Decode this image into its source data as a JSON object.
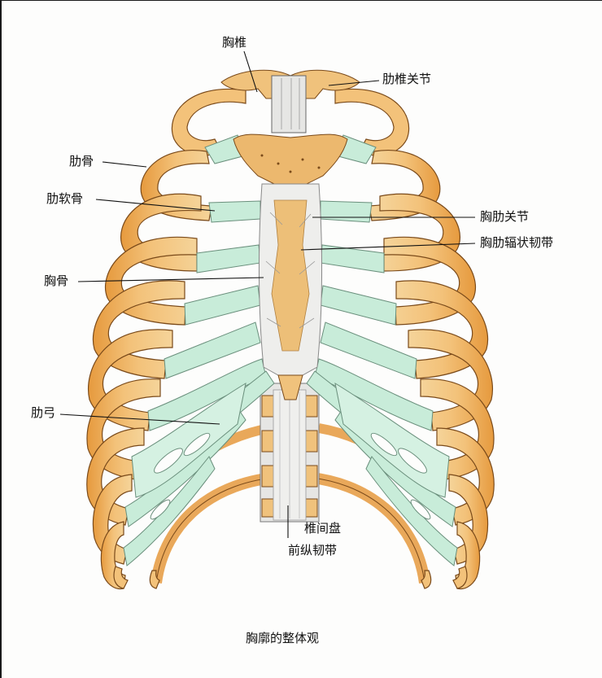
{
  "labels": {
    "thoracic_vertebra": "胸椎",
    "costovertebral_joint": "肋椎关节",
    "rib": "肋骨",
    "costal_cartilage": "肋软骨",
    "sternocostal_joint": "胸肋关节",
    "radiate_sternocostal_ligament": "胸肋辐状韧带",
    "sternum": "胸骨",
    "costal_arch": "肋弓",
    "intervertebral_disc": "椎间盘",
    "anterior_longitudinal_ligament": "前纵韧带"
  },
  "caption": "胸廓的整体观",
  "colors": {
    "bone": "#f2c47a",
    "bone_outline": "#7a4a1a",
    "rib_shadow": "#e0983c",
    "cartilage": "#c8ecd9",
    "cartilage_outline": "#6a8f7c",
    "ligament": "#eeeeee"
  }
}
